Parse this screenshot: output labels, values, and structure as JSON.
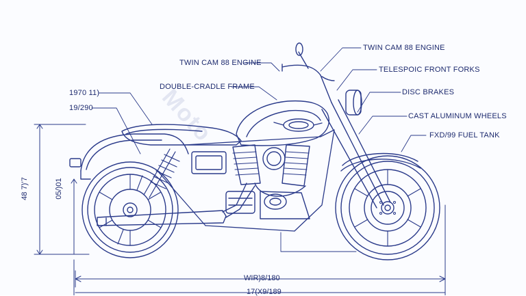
{
  "colors": {
    "ink": "#1d2a6e",
    "line": "#2a3a8a",
    "background": "#fbfcff"
  },
  "watermark": "Moto",
  "callouts_left": [
    {
      "id": "twin-cam-left",
      "text": "TWIN CAM 88 ENGINE"
    },
    {
      "id": "double-cradle",
      "text": "DOUBLE-CRADLE FRAME"
    },
    {
      "id": "spec-1970",
      "text": "1970 11)"
    },
    {
      "id": "spec-19290",
      "text": "19/290"
    }
  ],
  "callouts_right": [
    {
      "id": "twin-cam-right",
      "text": "TWIN CAM 88 ENGINE"
    },
    {
      "id": "forks",
      "text": "TELESPOIC FRONT FORKS"
    },
    {
      "id": "brakes",
      "text": "DISC BRAKES"
    },
    {
      "id": "wheels",
      "text": "CAST ALUMINUM WHEELS"
    },
    {
      "id": "tank",
      "text": "FXD/99 FUEL TANK"
    }
  ],
  "dimensions": {
    "height_outer": "48 7)’7",
    "height_inner": "05/)01",
    "wheelbase": "WIR)8/180",
    "overall_length": "17(X9/189"
  }
}
